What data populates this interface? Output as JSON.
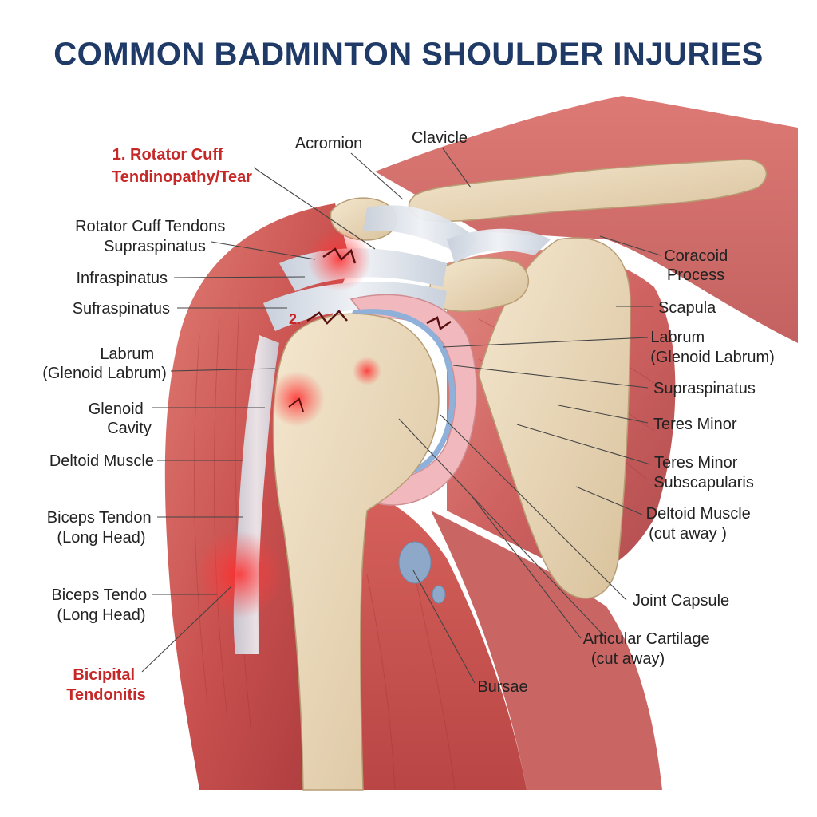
{
  "title": "COMMON BADMINTON SHOULDER INJURIES",
  "colors": {
    "title": "#1f3a66",
    "injury_label": "#c62828",
    "muscle": "#c9514f",
    "bone": "#ead9bd",
    "tendon": "#d7dde6",
    "cartilage": "#8fb0d8",
    "labrum": "#f1b9bd"
  },
  "injury_markers": {
    "marker_2": "2."
  },
  "labels_left": [
    {
      "id": "rotator-cuff-tear",
      "lines": [
        "1. Rotator Cuff",
        "Tendinopathy/Tear"
      ],
      "highlight": true
    },
    {
      "id": "rotator-cuff-tendons",
      "lines": [
        "Rotator Cuff Tendons",
        "Supraspinatus"
      ]
    },
    {
      "id": "infraspinatus",
      "lines": [
        "Infraspinatus"
      ]
    },
    {
      "id": "sufraspinatus",
      "lines": [
        "Sufraspinatus"
      ]
    },
    {
      "id": "labrum-left",
      "lines": [
        "Labrum",
        "(Glenoid Labrum)"
      ]
    },
    {
      "id": "glenoid-cavity",
      "lines": [
        "Glenoid",
        "Cavity"
      ]
    },
    {
      "id": "deltoid-muscle-left",
      "lines": [
        "Deltoid Muscle"
      ]
    },
    {
      "id": "biceps-tendon",
      "lines": [
        "Biceps Tendon",
        "(Long Head)"
      ]
    },
    {
      "id": "biceps-tendo",
      "lines": [
        "Biceps Tendo",
        "(Long Head)"
      ]
    },
    {
      "id": "bicipital-tendonitis",
      "lines": [
        "Bicipital",
        "Tendonitis"
      ],
      "highlight": true
    }
  ],
  "labels_top": [
    {
      "id": "acromion",
      "lines": [
        "Acromion"
      ]
    },
    {
      "id": "clavicle",
      "lines": [
        "Clavicle"
      ]
    }
  ],
  "labels_right": [
    {
      "id": "coracoid-process",
      "lines": [
        "Coracoid",
        "Process"
      ]
    },
    {
      "id": "scapula",
      "lines": [
        "Scapula"
      ]
    },
    {
      "id": "labrum-right",
      "lines": [
        "Labrum",
        "(Glenoid Labrum)"
      ]
    },
    {
      "id": "supraspinatus-right",
      "lines": [
        "Supraspinatus"
      ]
    },
    {
      "id": "teres-minor",
      "lines": [
        "Teres Minor"
      ]
    },
    {
      "id": "teres-minor-subscapularis",
      "lines": [
        "Teres Minor",
        "Subscapularis"
      ]
    },
    {
      "id": "deltoid-muscle-cut",
      "lines": [
        "Deltoid Muscle",
        "(cut away )"
      ]
    },
    {
      "id": "joint-capsule",
      "lines": [
        "Joint Capsule"
      ]
    },
    {
      "id": "articular-cartilage",
      "lines": [
        "Articular Cartilage",
        "(cut away)"
      ]
    },
    {
      "id": "bursae",
      "lines": [
        "Bursae"
      ]
    }
  ]
}
